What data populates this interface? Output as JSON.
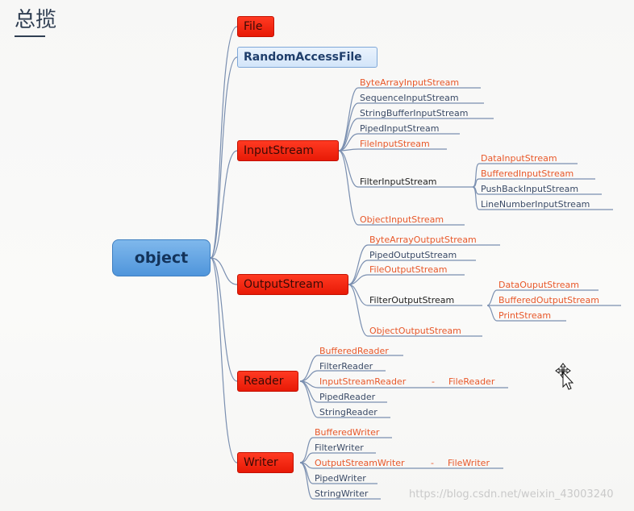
{
  "title": "总揽",
  "root": "object",
  "branches": {
    "file": "File",
    "raf": "RandomAccessFile",
    "inputstream": "InputStream",
    "outputstream": "OutputStream",
    "reader": "Reader",
    "writer": "Writer"
  },
  "inputstream_children": {
    "bytearray": "ByteArrayInputStream",
    "sequence": "SequenceInputStream",
    "stringbuffer": "StringBufferInputStream",
    "piped": "PipedInputStream",
    "file": "FileInputStream",
    "filter": "FilterInputStream",
    "object": "ObjectInputStream"
  },
  "filterinput_children": {
    "data": "DataInputStream",
    "buffered": "BufferedInputStream",
    "pushback": "PushBackInputStream",
    "linenumber": "LineNumberInputStream"
  },
  "outputstream_children": {
    "bytearray": "ByteArrayOutputStream",
    "piped": "PipedOutputStream",
    "file": "FileOutputStream",
    "filter": "FilterOutputStream",
    "object": "ObjectOutputStream"
  },
  "filteroutput_children": {
    "data": "DataOuputStream",
    "buffered": "BufferedOutputStream",
    "print": "PrintStream"
  },
  "reader_children": {
    "buffered": "BufferedReader",
    "filter": "FilterReader",
    "inputstream": "InputStreamReader",
    "piped": "PipedReader",
    "string": "StringReader"
  },
  "reader_sub": {
    "dash": "-",
    "file": "FileReader"
  },
  "writer_children": {
    "buffered": "BufferedWriter",
    "filter": "FilterWriter",
    "outputstream": "OutputStreamWriter",
    "piped": "PipedWriter",
    "string": "StringWriter"
  },
  "writer_sub": {
    "dash": "-",
    "file": "FileWriter"
  },
  "watermark": "https://blog.csdn.net/weixin_43003240",
  "colors": {
    "root": "#5a9fe0",
    "branch_red": "#f0250e",
    "branch_blue": "#dceafb",
    "leaf_orange": "#e8582a",
    "leaf_blue": "#3a4a66",
    "line": "#7a8fb0"
  },
  "icons": {
    "cursor": "move-cursor-icon"
  }
}
